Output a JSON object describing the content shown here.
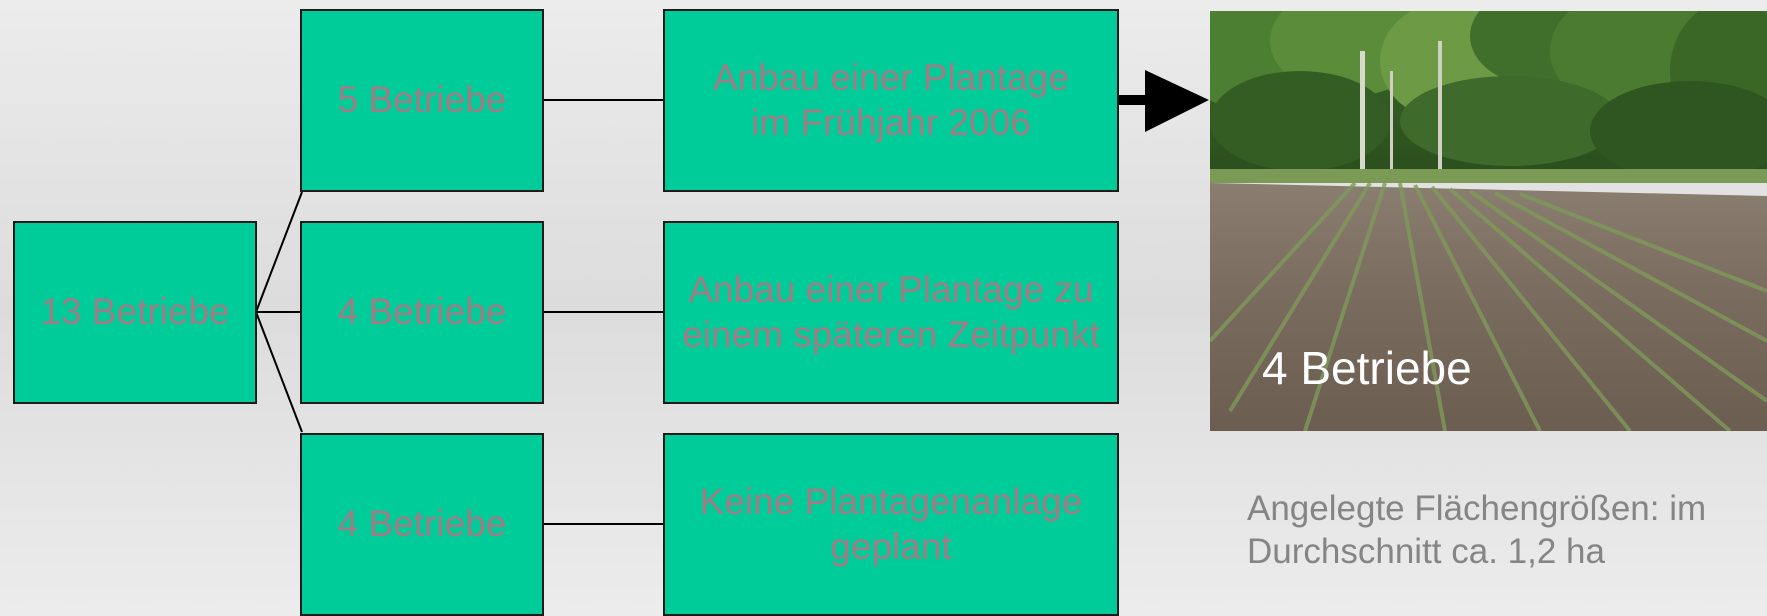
{
  "diagram": {
    "root": {
      "label": "13 Betriebe"
    },
    "branches": [
      {
        "count_label": "5 Betriebe",
        "outcome_label": "Anbau einer Plantage\nim Frühjahr 2006"
      },
      {
        "count_label": "4 Betriebe",
        "outcome_label": "Anbau einer Plantage zu\neinem späteren Zeitpunkt"
      },
      {
        "count_label": "4 Betriebe",
        "outcome_label": "Keine Plantagenanlage\ngeplant"
      }
    ]
  },
  "photo": {
    "caption": "4 Betriebe",
    "subject": "field-with-tree-line"
  },
  "note": "Angelegte Flächengrößen: im Durchschnitt ca. 1,2 ha",
  "colors": {
    "box_fill": "#00cc99",
    "box_text": "#a27c84",
    "box_border": "#1a1a1a",
    "note_text": "#858585",
    "caption_text": "#ffffff"
  }
}
